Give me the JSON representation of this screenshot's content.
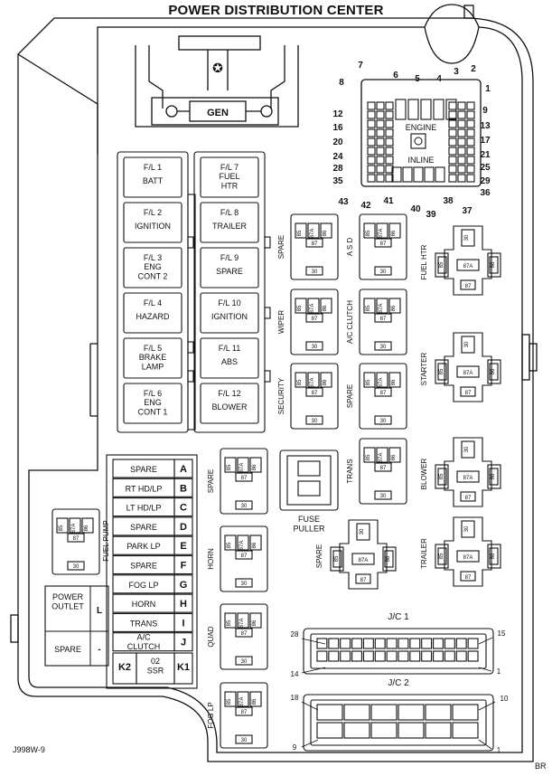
{
  "title": "POWER DISTRIBUTION CENTER",
  "gen_label": "GEN",
  "connector": {
    "engine": "ENGINE",
    "inline": "INLINE",
    "pins": [
      "1",
      "2",
      "3",
      "4",
      "5",
      "6",
      "7",
      "8",
      "9",
      "12",
      "13",
      "16",
      "17",
      "20",
      "21",
      "24",
      "25",
      "28",
      "29",
      "35",
      "36",
      "37",
      "38",
      "39",
      "40",
      "41",
      "42",
      "43"
    ]
  },
  "fusible_links": [
    {
      "num": "F/L  1",
      "name": "BATT"
    },
    {
      "num": "F/L  2",
      "name": "IGNITION"
    },
    {
      "num": "F/L  3",
      "name": "ENG\nCONT 2"
    },
    {
      "num": "F/L  4",
      "name": "HAZARD"
    },
    {
      "num": "F/L  5",
      "name": "BRAKE\nLAMP"
    },
    {
      "num": "F/L  6",
      "name": "ENG\nCONT 1"
    },
    {
      "num": "F/L  7",
      "name": "FUEL\nHTR"
    },
    {
      "num": "F/L  8",
      "name": "TRAILER"
    },
    {
      "num": "F/L  9",
      "name": "SPARE"
    },
    {
      "num": "F/L  10",
      "name": "IGNITION"
    },
    {
      "num": "F/L  11",
      "name": "ABS"
    },
    {
      "num": "F/L  12",
      "name": "BLOWER"
    }
  ],
  "relay_pins": {
    "p85": "85",
    "p87a": "87A",
    "p86": "86",
    "p87": "87",
    "p30": "30"
  },
  "relays_center": [
    "SPARE",
    "A S D",
    "WIPER",
    "A/C CLUTCH",
    "SECURITY",
    "SPARE",
    "TRANS"
  ],
  "relays_left": [
    "SPARE",
    "HORN",
    "QUAD",
    "FOG LP"
  ],
  "relay_fuel_pump": "FUEL PUMP",
  "relays_right": [
    "FUEL HTR",
    "STARTER",
    "BLOWER",
    "TRAILER"
  ],
  "relay_spare_lower": "SPARE",
  "fuse_puller": "FUSE\nPULLER",
  "fuses": [
    {
      "name": "SPARE",
      "id": "A"
    },
    {
      "name": "RT HD/LP",
      "id": "B"
    },
    {
      "name": "LT HD/LP",
      "id": "C"
    },
    {
      "name": "SPARE",
      "id": "D"
    },
    {
      "name": "PARK LP",
      "id": "E"
    },
    {
      "name": "SPARE",
      "id": "F"
    },
    {
      "name": "FOG LP",
      "id": "G"
    },
    {
      "name": "HORN",
      "id": "H"
    },
    {
      "name": "TRANS",
      "id": "I"
    },
    {
      "name": "A/C\nCLUTCH",
      "id": "J"
    }
  ],
  "fuse_bottom": {
    "k2": "K2",
    "mid": "02\nSSR",
    "k1": "K1"
  },
  "outlet": {
    "power": "POWER\nOUTLET",
    "l": "L",
    "spare": "SPARE",
    "dash": "-"
  },
  "jc1": {
    "label": "J/C 1",
    "p28": "28",
    "p15": "15",
    "p14": "14",
    "p1": "1"
  },
  "jc2": {
    "label": "J/C 2",
    "p18": "18",
    "p10": "10",
    "p9": "9",
    "p1": "1"
  },
  "code_left": "J998W-9",
  "code_right": "BR"
}
